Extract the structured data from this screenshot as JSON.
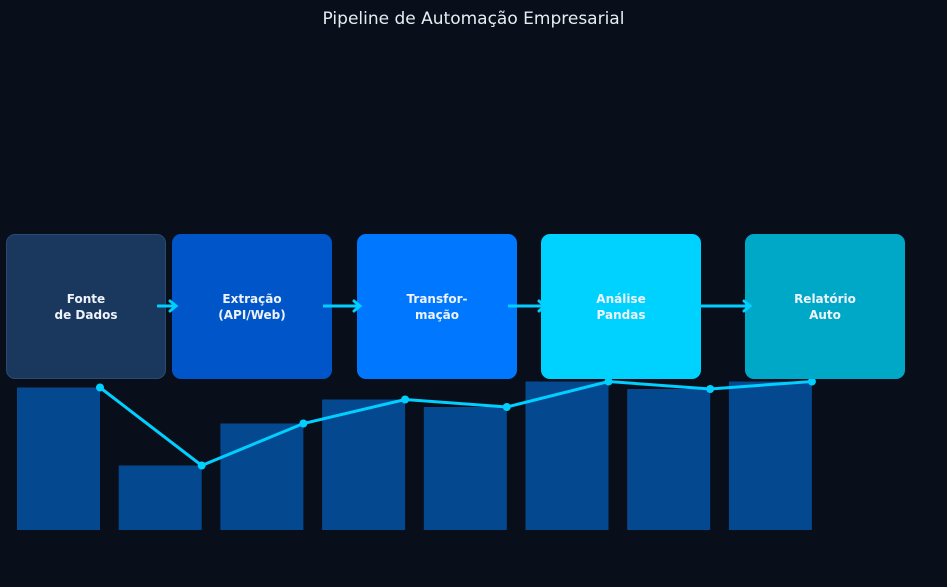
{
  "title": "Pipeline de Automação Empresarial",
  "colors": {
    "background": "#080e1a",
    "bars": "#04488f",
    "line": "#00cfff",
    "arrows": "#00cfff"
  },
  "stages": [
    {
      "label": "Fonte\nde Dados",
      "color": "#1a385e"
    },
    {
      "label": "Extração\n(API/Web)",
      "color": "#0056c8"
    },
    {
      "label": "Transfor-\nmação",
      "color": "#0077ff"
    },
    {
      "label": "Análise\nPandas",
      "color": "#00d2ff"
    },
    {
      "label": "Relatório\nAuto",
      "color": "#00a8c8"
    }
  ],
  "chart_data": {
    "type": "bar+line",
    "bar_values": [
      0.95,
      0.43,
      0.71,
      0.87,
      0.82,
      0.99,
      0.94,
      0.99
    ],
    "line_values": [
      0.95,
      0.43,
      0.71,
      0.87,
      0.82,
      0.99,
      0.94,
      0.99
    ],
    "grid": false
  }
}
